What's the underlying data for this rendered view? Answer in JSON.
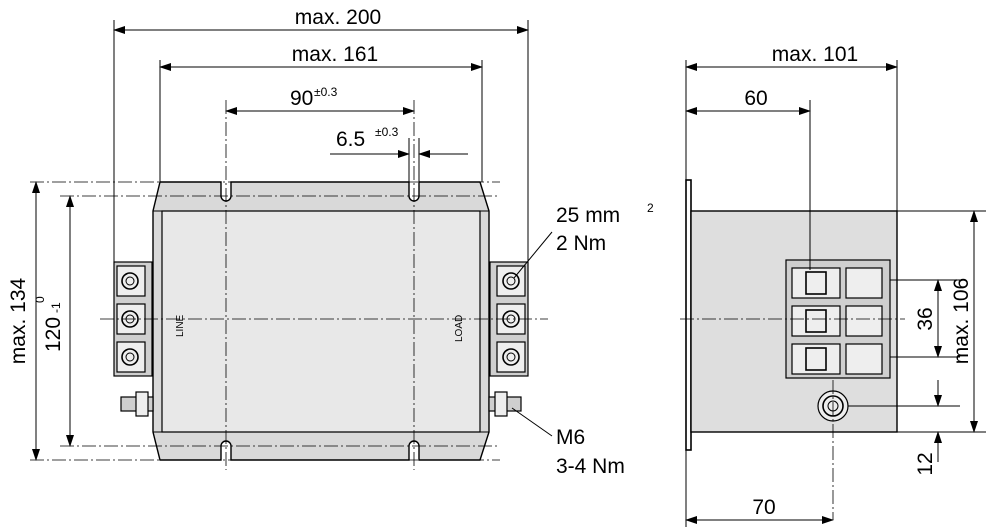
{
  "front_view": {
    "dim_overall_width": "max. 200",
    "dim_body_width": "max. 161",
    "dim_slot_spacing_value": "90",
    "dim_slot_spacing_tol": "±0.3",
    "dim_slot_width_value": "6.5",
    "dim_slot_width_tol": "±0.3",
    "dim_overall_height": "max. 134",
    "dim_mount_height_value": "120",
    "dim_mount_height_tol_upper": "0",
    "dim_mount_height_tol_lower": "-1",
    "label_line": "LINE",
    "label_load": "LOAD",
    "terminal_cross_section": "25 mm",
    "terminal_cross_section_sup": "2",
    "terminal_torque": "2 Nm",
    "ground_stud": "M6",
    "ground_torque": "3-4 Nm"
  },
  "side_view": {
    "dim_overall_depth": "max. 101",
    "dim_terminal_offset": "60",
    "dim_ground_offset": "70",
    "dim_terminal_height": "36",
    "dim_overall_height": "max. 106",
    "dim_ground_height": "12"
  }
}
